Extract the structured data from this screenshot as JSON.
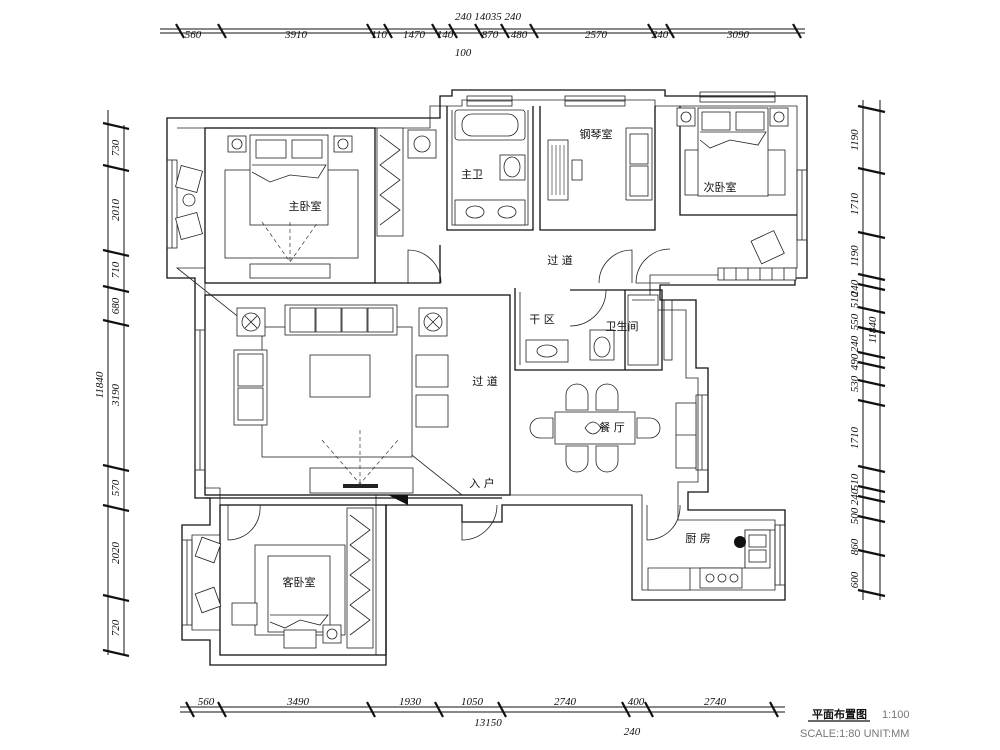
{
  "rooms": {
    "master_bedroom": "主卧室",
    "master_bath": "主卫",
    "piano_room": "钢琴室",
    "second_bedroom": "次卧室",
    "corridor_upper": "过 道",
    "dry_area": "干 区",
    "bathroom": "卫生间",
    "corridor_living": "过 道",
    "dining": "餐 厅",
    "entrance": "入 户",
    "kitchen": "厨 房",
    "guest_bedroom": "客卧室"
  },
  "dimensions": {
    "top_total": "240 14035 240",
    "top_sub": "100",
    "top": [
      "560",
      "3910",
      "110",
      "1470",
      "140",
      "870",
      "480",
      "2570",
      "240",
      "3090"
    ],
    "bottom": [
      "560",
      "3490",
      "1930",
      "1050",
      "2740",
      "400",
      "2740"
    ],
    "bottom_total": "13150",
    "bottom_sub": "240",
    "left": [
      "730",
      "2010",
      "710",
      "680",
      "3190",
      "570",
      "2020",
      "720"
    ],
    "left_total": "11840",
    "right": [
      "1190",
      "1710",
      "1190",
      "240",
      "510",
      "550",
      "240",
      "490",
      "530",
      "1710",
      "510",
      "240",
      "500",
      "860",
      "600"
    ],
    "right_total": "11840"
  },
  "title_block": {
    "title": "平面布置图",
    "ratio": "1:100",
    "scale_unit": "SCALE:1:80 UNIT:MM"
  }
}
